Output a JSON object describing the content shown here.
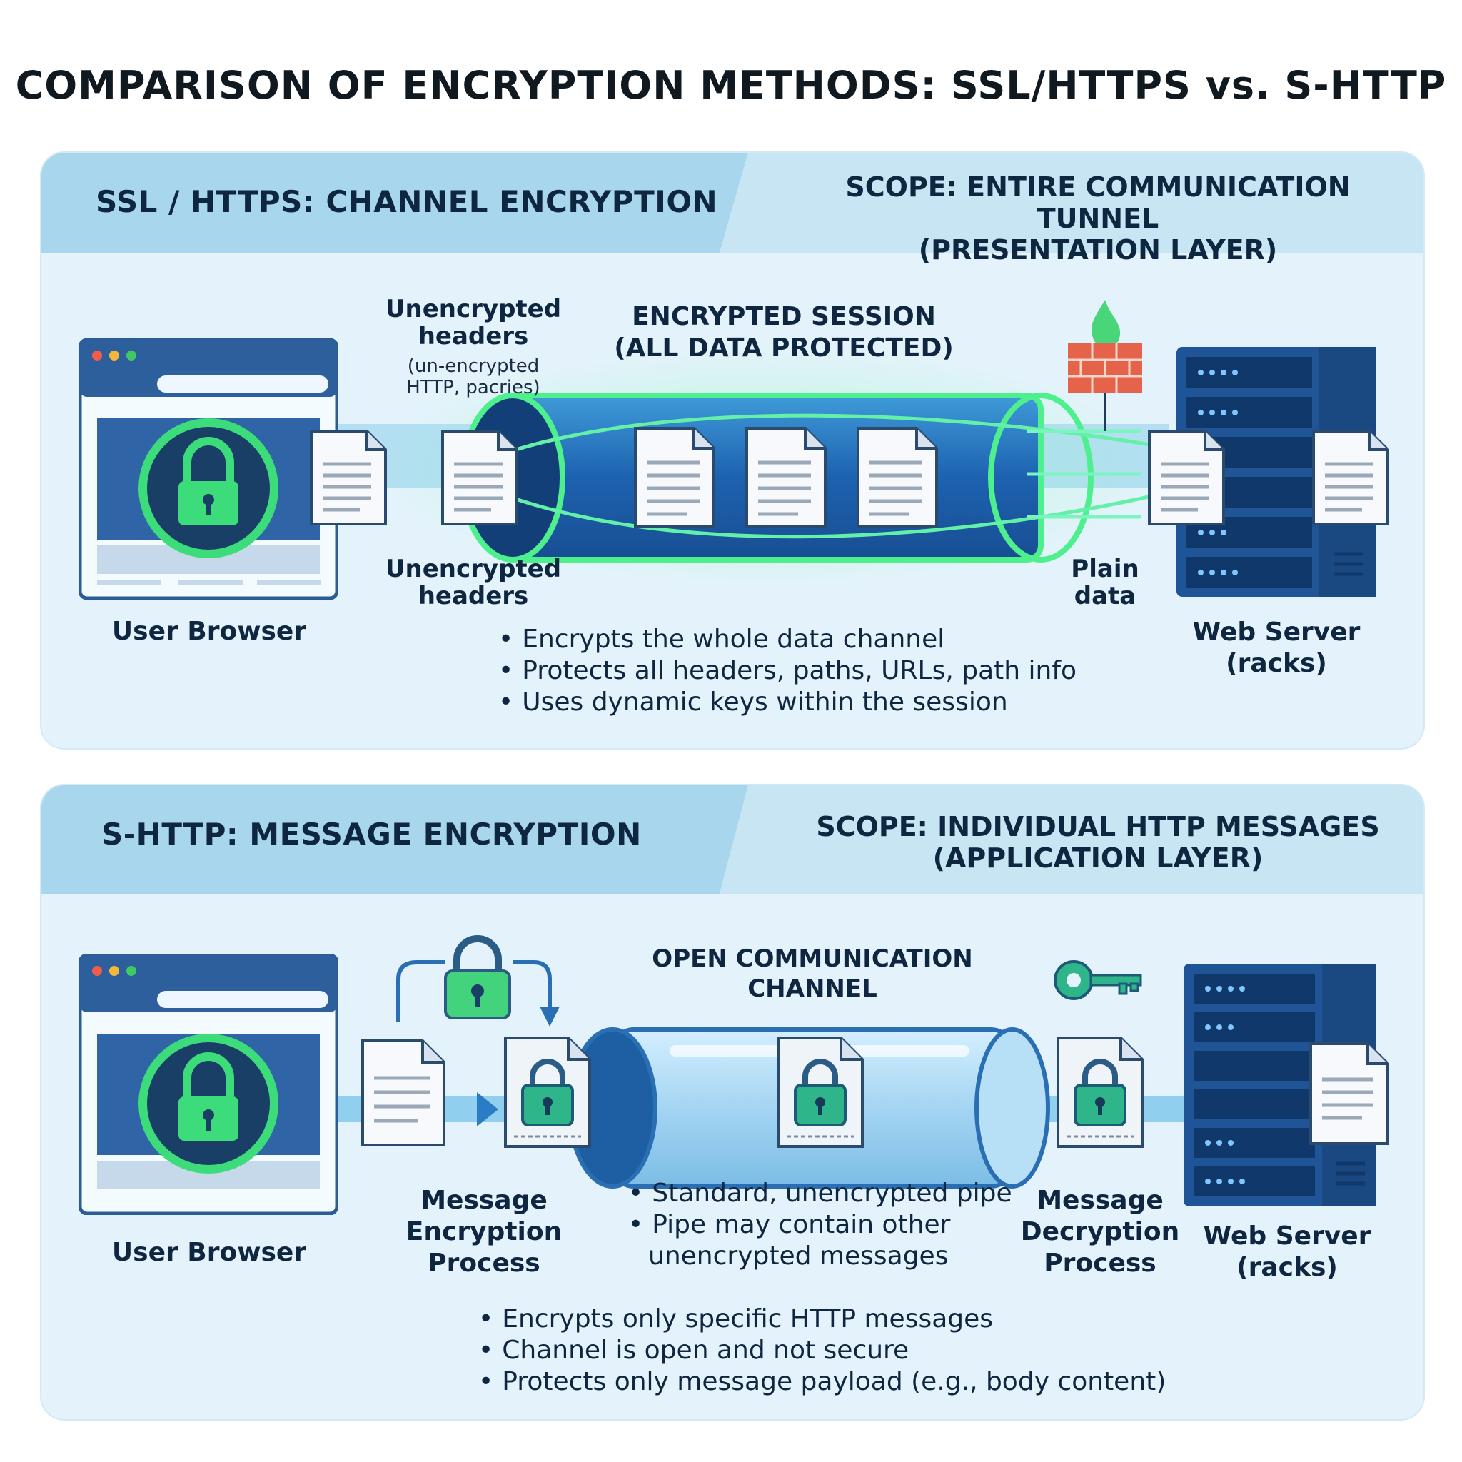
{
  "title": "COMPARISON OF ENCRYPTION METHODS: SSL/HTTPS vs. S-HTTP",
  "ssl": {
    "heading": "SSL / HTTPS: CHANNEL ENCRYPTION",
    "scope_line1": "SCOPE: ENTIRE COMMUNICATION TUNNEL",
    "scope_line2": "(PRESENTATION LAYER)",
    "browser_label": "User Browser",
    "unenc_top_1": "Unencrypted",
    "unenc_top_2": "headers",
    "unenc_note_1": "(un-encrypted",
    "unenc_note_2": "HTTP, pacries)",
    "unenc_bottom_1": "Unencrypted",
    "unenc_bottom_2": "headers",
    "session_1": "ENCRYPTED SESSION",
    "session_2": "(ALL DATA PROTECTED)",
    "plain_1": "Plain",
    "plain_2": "data",
    "server_1": "Web Server",
    "server_2": "(racks)",
    "bullets": [
      "Encrypts the whole data channel",
      "Protects all headers, paths, URLs, path info",
      "Uses dynamic keys within the session"
    ]
  },
  "shttp": {
    "heading": "S-HTTP: MESSAGE ENCRYPTION",
    "scope_line1": "SCOPE: INDIVIDUAL HTTP MESSAGES",
    "scope_line2": "(APPLICATION LAYER)",
    "browser_label": "User Browser",
    "enc_1": "Message",
    "enc_2": "Encryption",
    "enc_3": "Process",
    "open_1": "OPEN COMMUNICATION",
    "open_2": "CHANNEL",
    "pipe_bullet_1": "Standard, unencrypted pipe",
    "pipe_bullet_2a": "Pipe may contain other",
    "pipe_bullet_2b": "unencrypted messages",
    "dec_1": "Message",
    "dec_2": "Decryption",
    "dec_3": "Process",
    "server_1": "Web Server",
    "server_2": "(racks)",
    "bullets": [
      "Encrypts only specific HTTP messages",
      "Channel is open and not secure",
      "Protects only message payload (e.g., body content)"
    ]
  },
  "colors": {
    "accent_green": "#3ddc7a",
    "tunnel_blue": "#1f5fa8",
    "band_blue": "#a8d6ec"
  },
  "icons": [
    "padlock-icon",
    "document-icon",
    "firewall-icon",
    "server-rack-icon",
    "key-icon",
    "browser-window-icon"
  ]
}
